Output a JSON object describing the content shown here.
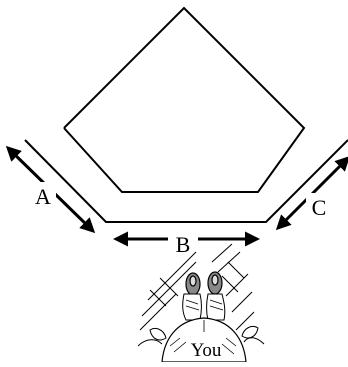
{
  "diagram": {
    "labels": {
      "a": "A",
      "b": "B",
      "c": "C",
      "viewer": "You"
    },
    "icons": {
      "pentagon": "pentagon-outline",
      "base_border": "bent-base-border",
      "arrow_a": "double-arrow",
      "arrow_b": "double-arrow",
      "arrow_c": "double-arrow",
      "viewer": "person-looking-down-illustration"
    },
    "colors": {
      "line": "#000000",
      "background": "#ffffff"
    }
  }
}
